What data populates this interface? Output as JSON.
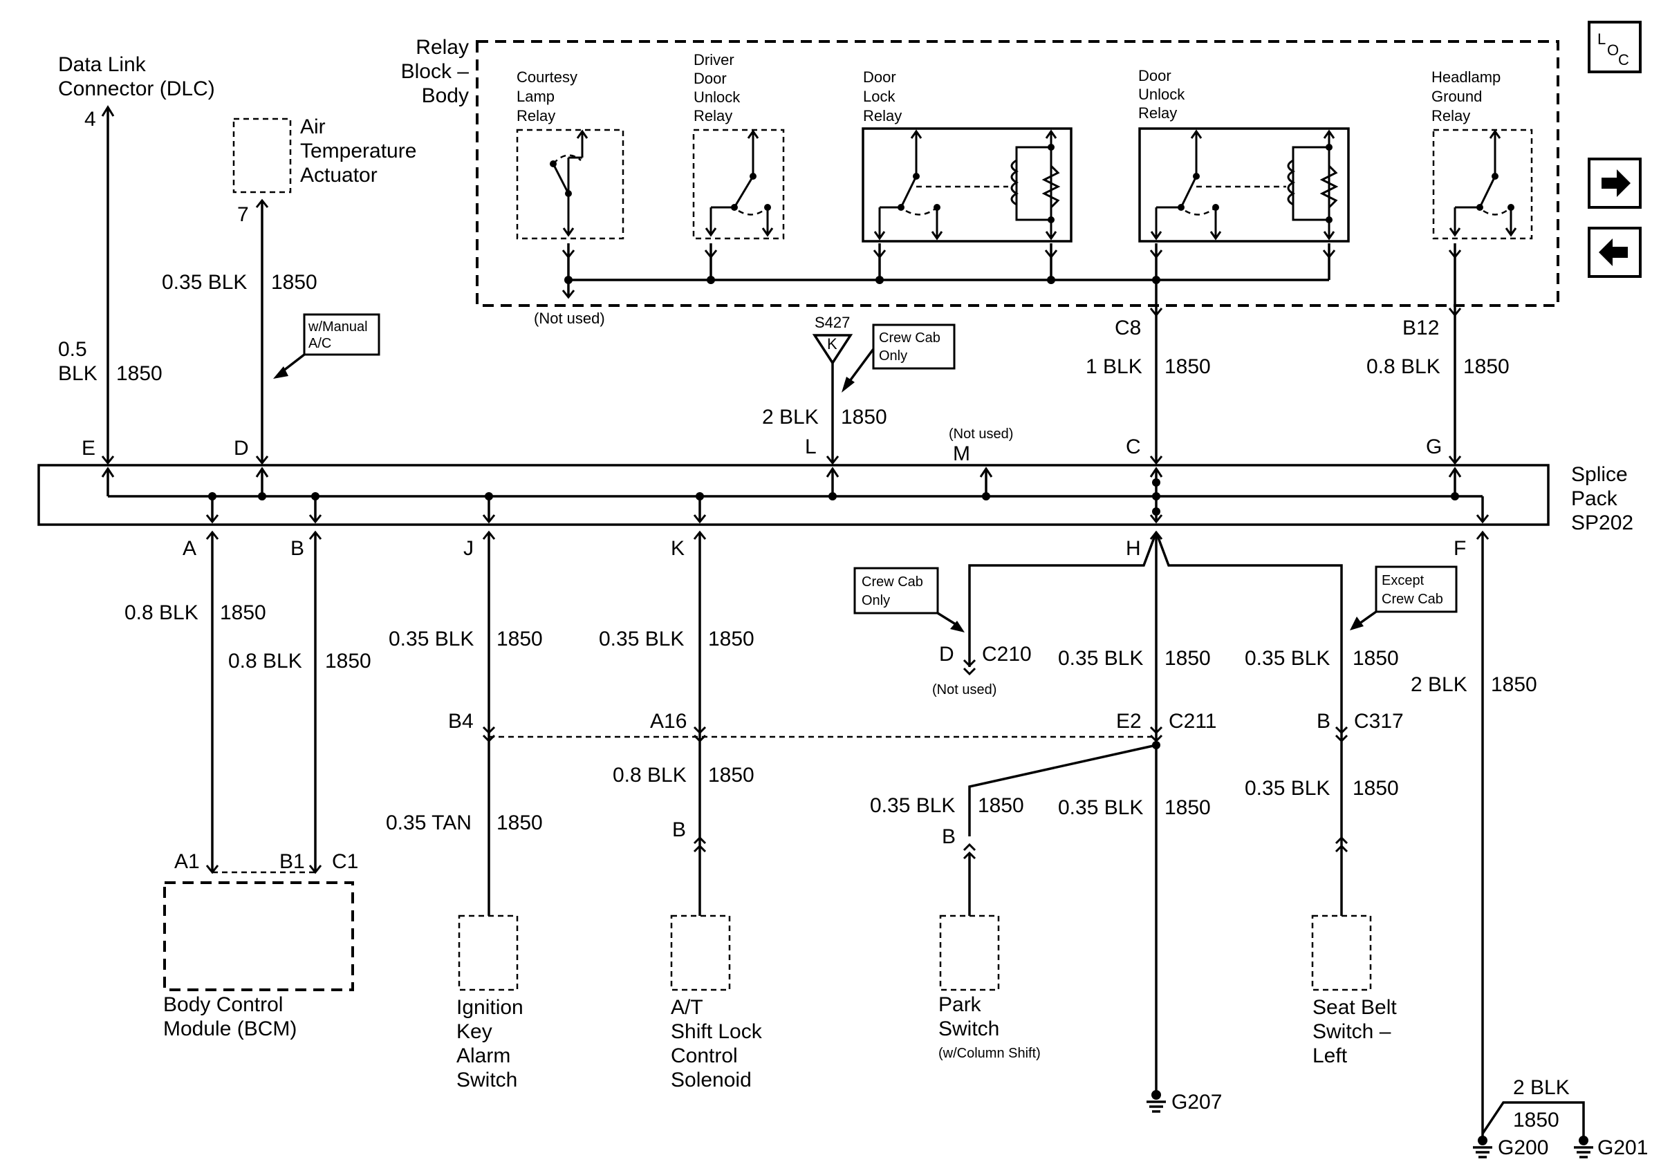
{
  "relay_block": {
    "l1": "Relay",
    "l2": "Block –",
    "l3": "Body"
  },
  "relays": {
    "courtesy": [
      "Courtesy",
      "Lamp",
      "Relay"
    ],
    "driver_unlock": [
      "Driver",
      "Door",
      "Unlock",
      "Relay"
    ],
    "door_lock": [
      "Door",
      "Lock",
      "Relay"
    ],
    "door_unlock": [
      "Door",
      "Unlock",
      "Relay"
    ],
    "headlamp_ground": [
      "Headlamp",
      "Ground",
      "Relay"
    ]
  },
  "not_used": "(Not used)",
  "dlc": {
    "l1": "Data Link",
    "l2": "Connector (DLC)",
    "pin": "4",
    "wire_a": "0.5",
    "wire_b": "BLK",
    "circuit": "1850",
    "sp_pin": "E"
  },
  "air_temp": {
    "l1": "Air",
    "l2": "Temperature",
    "l3": "Actuator",
    "pin": "7",
    "wire": "0.35 BLK",
    "circuit": "1850",
    "sp_pin": "D",
    "note_l1": "w/Manual",
    "note_l2": "A/C"
  },
  "s427": {
    "label": "S427",
    "letter": "K",
    "note_l1": "Crew Cab",
    "note_l2": "Only",
    "wire": "2 BLK",
    "circuit": "1850",
    "sp_pin": "L"
  },
  "m_pin": {
    "pin": "M",
    "note": "(Not used)"
  },
  "c8": {
    "conn": "C8",
    "wire": "1 BLK",
    "circuit": "1850",
    "sp_pin": "C"
  },
  "b12": {
    "conn": "B12",
    "wire": "0.8 BLK",
    "circuit": "1850",
    "sp_pin": "G"
  },
  "splice": {
    "l1": "Splice",
    "l2": "Pack",
    "l3": "SP202"
  },
  "bottom_pins": {
    "a": "A",
    "b": "B",
    "j": "J",
    "k": "K",
    "h": "H",
    "f": "F"
  },
  "bcm": {
    "wire_a": "0.8 BLK",
    "circuit_a": "1850",
    "wire_b": "0.8 BLK",
    "circuit_b": "1850",
    "pin_a1": "A1",
    "pin_b1": "B1",
    "conn": "C1",
    "l1": "Body Control",
    "l2": "Module (BCM)"
  },
  "ignition": {
    "wire1": "0.35 BLK",
    "circuit1": "1850",
    "pin": "B4",
    "wire2": "0.35 TAN",
    "circuit2": "1850",
    "l1": "Ignition",
    "l2": "Key",
    "l3": "Alarm",
    "l4": "Switch"
  },
  "shift_lock": {
    "wire1": "0.35 BLK",
    "circuit1": "1850",
    "pin": "A16",
    "wire2": "0.8 BLK",
    "circuit2": "1850",
    "pin2": "B",
    "l1": "A/T",
    "l2": "Shift Lock",
    "l3": "Control",
    "l4": "Solenoid"
  },
  "c210": {
    "note_l1": "Crew Cab",
    "note_l2": "Only",
    "pin": "D",
    "conn": "C210",
    "not_used": "(Not used)"
  },
  "h_branch": {
    "wire1": "0.35 BLK",
    "circuit1": "1850",
    "pin": "E2",
    "conn": "C211",
    "wire2": "0.35 BLK",
    "circuit2": "1850",
    "wire3": "0.35 BLK",
    "circuit3": "1850",
    "ground": "G207"
  },
  "park": {
    "pin": "B",
    "l1": "Park",
    "l2": "Switch",
    "l3": "(w/Column Shift)"
  },
  "seat_belt": {
    "note_l1": "Except",
    "note_l2": "Crew Cab",
    "wire1": "0.35 BLK",
    "circuit1": "1850",
    "pin": "B",
    "conn": "C317",
    "wire2": "0.35 BLK",
    "circuit2": "1850",
    "l1": "Seat Belt",
    "l2": "Switch –",
    "l3": "Left"
  },
  "f_branch": {
    "wire": "2 BLK",
    "circuit": "1850",
    "wire2": "2 BLK",
    "circuit2": "1850",
    "g1": "G200",
    "g2": "G201"
  },
  "loc_icon": {
    "l": "L",
    "o": "O",
    "c": "C"
  }
}
